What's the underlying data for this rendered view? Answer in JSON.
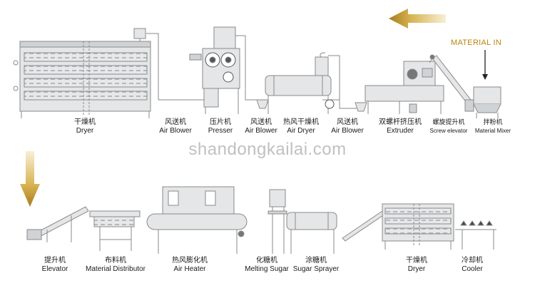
{
  "material_in": "MATERIAL IN",
  "watermark": "shandongkailai.com",
  "top_row": [
    {
      "cn": "干燥机",
      "en": "Dryer"
    },
    {
      "cn": "风送机",
      "en": "Air Blower"
    },
    {
      "cn": "压片机",
      "en": "Presser"
    },
    {
      "cn": "风送机",
      "en": "Air Blower"
    },
    {
      "cn": "热风干燥机",
      "en": "Air Dryer"
    },
    {
      "cn": "风送机",
      "en": "Air Blower"
    },
    {
      "cn": "双螺杆挤压机",
      "en": "Extruder"
    },
    {
      "cn": "螺旋提升机",
      "en": "Screw elevator"
    },
    {
      "cn": "拌粉机",
      "en": "Material Mixer"
    }
  ],
  "bottom_row": [
    {
      "cn": "提升机",
      "en": "Elevator"
    },
    {
      "cn": "布料机",
      "en": "Material Distributor"
    },
    {
      "cn": "热风膨化机",
      "en": "Air Heater"
    },
    {
      "cn": "化糖机",
      "en": "Melting Sugar"
    },
    {
      "cn": "涂糖机",
      "en": "Sugar Sprayer"
    },
    {
      "cn": "干燥机",
      "en": "Dryer"
    },
    {
      "cn": "冷却机",
      "en": "Cooler"
    }
  ],
  "colors": {
    "line": "#8a8a8a",
    "fill": "#e4e6e8",
    "dark": "#5a5a5a",
    "arrow": "#c8a030"
  }
}
